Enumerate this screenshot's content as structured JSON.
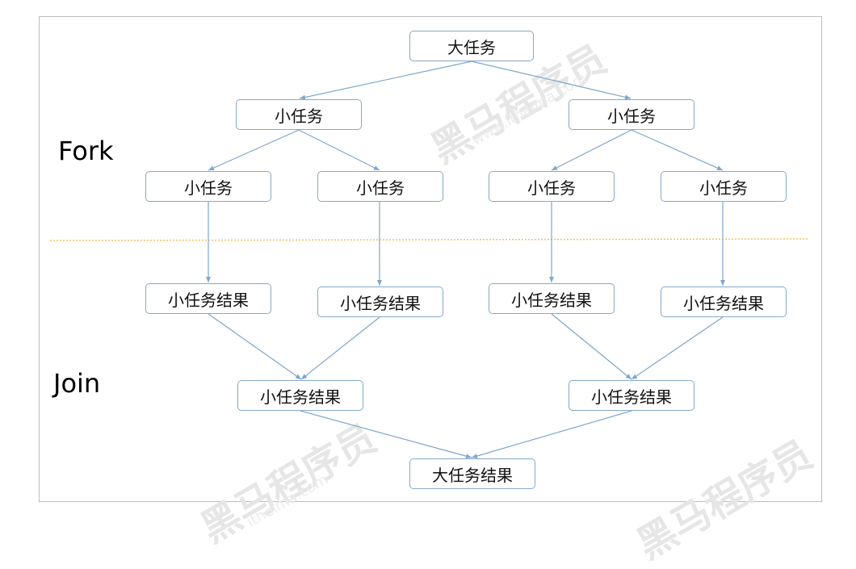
{
  "labels": {
    "fork": "Fork",
    "join": "Join"
  },
  "nodes": {
    "root": "大任务",
    "l1_left": "小任务",
    "l1_right": "小任务",
    "l2_1": "小任务",
    "l2_2": "小任务",
    "l2_3": "小任务",
    "l2_4": "小任务",
    "r1": "小任务结果",
    "r2": "小任务结果",
    "r3": "小任务结果",
    "r4": "小任务结果",
    "j_left": "小任务结果",
    "j_right": "小任务结果",
    "final": "大任务结果"
  },
  "watermark": {
    "brand": "黑马程序员",
    "url": "www.itheima.com",
    "url_short": "itheima.com"
  },
  "colors": {
    "edge": "#7fa6cc",
    "divider": "#f0c060",
    "node_border": "#86a9c9"
  }
}
